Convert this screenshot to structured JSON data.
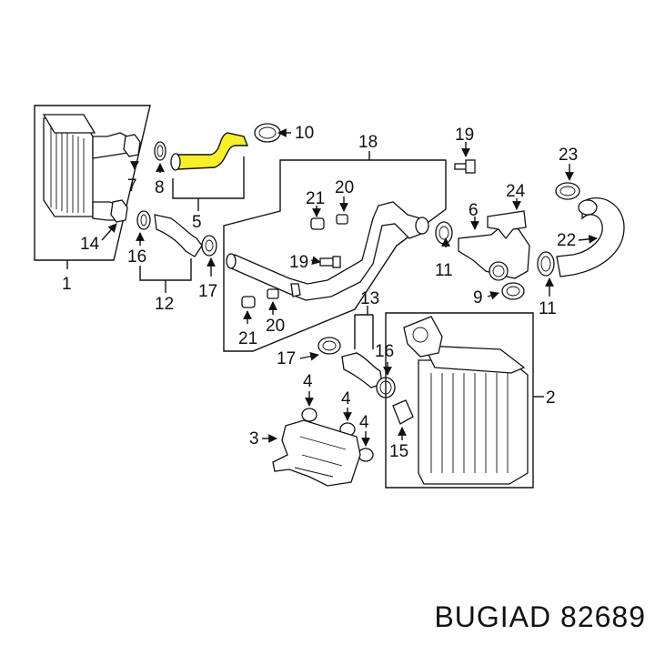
{
  "diagram": {
    "callouts": [
      "1",
      "2",
      "3",
      "4",
      "4",
      "4",
      "5",
      "6",
      "7",
      "8",
      "9",
      "10",
      "11",
      "11",
      "12",
      "13",
      "14",
      "15",
      "16",
      "16",
      "17",
      "17",
      "18",
      "19",
      "19",
      "20",
      "20",
      "21",
      "21",
      "22",
      "23",
      "24"
    ],
    "highlight_color": "#f7ef2a"
  },
  "footer": {
    "brand": "BUGIAD",
    "part_number": "82689"
  }
}
